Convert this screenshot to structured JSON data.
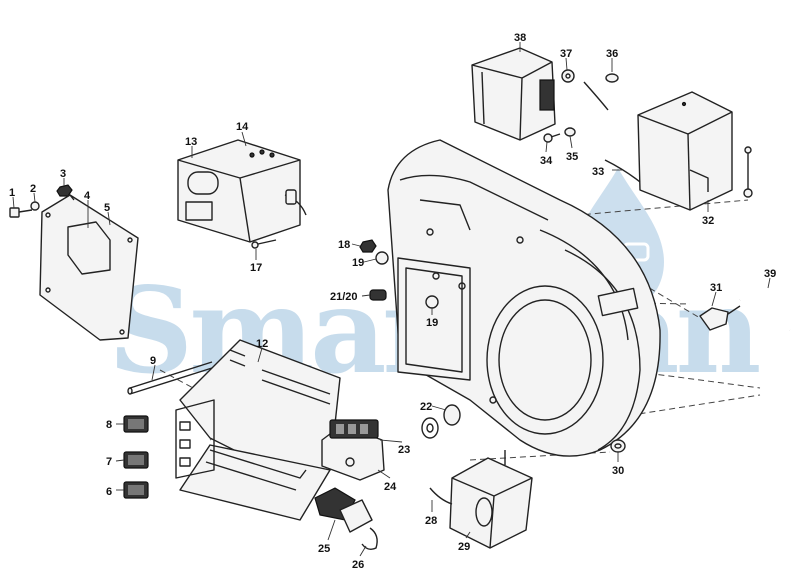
{
  "watermark": {
    "text": "Smartelan",
    "color": "#8fb9da",
    "icon": "water-drop-glasses-icon"
  },
  "diagram": {
    "style": "exploded-parts-view",
    "labels": [
      {
        "id": "1",
        "text": "1"
      },
      {
        "id": "2",
        "text": "2"
      },
      {
        "id": "3",
        "text": "3"
      },
      {
        "id": "4",
        "text": "4"
      },
      {
        "id": "5",
        "text": "5"
      },
      {
        "id": "6",
        "text": "6"
      },
      {
        "id": "7",
        "text": "7"
      },
      {
        "id": "8",
        "text": "8"
      },
      {
        "id": "9",
        "text": "9"
      },
      {
        "id": "12",
        "text": "12"
      },
      {
        "id": "13",
        "text": "13"
      },
      {
        "id": "14",
        "text": "14"
      },
      {
        "id": "17",
        "text": "17"
      },
      {
        "id": "18",
        "text": "18"
      },
      {
        "id": "19a",
        "text": "19"
      },
      {
        "id": "19b",
        "text": "19"
      },
      {
        "id": "21_20",
        "text": "21/20"
      },
      {
        "id": "22",
        "text": "22"
      },
      {
        "id": "23",
        "text": "23"
      },
      {
        "id": "24",
        "text": "24"
      },
      {
        "id": "25",
        "text": "25"
      },
      {
        "id": "26",
        "text": "26"
      },
      {
        "id": "28",
        "text": "28"
      },
      {
        "id": "29",
        "text": "29"
      },
      {
        "id": "30",
        "text": "30"
      },
      {
        "id": "31",
        "text": "31"
      },
      {
        "id": "32",
        "text": "32"
      },
      {
        "id": "33",
        "text": "33"
      },
      {
        "id": "34",
        "text": "34"
      },
      {
        "id": "35",
        "text": "35"
      },
      {
        "id": "36",
        "text": "36"
      },
      {
        "id": "37",
        "text": "37"
      },
      {
        "id": "38",
        "text": "38"
      },
      {
        "id": "39",
        "text": "39"
      }
    ]
  }
}
